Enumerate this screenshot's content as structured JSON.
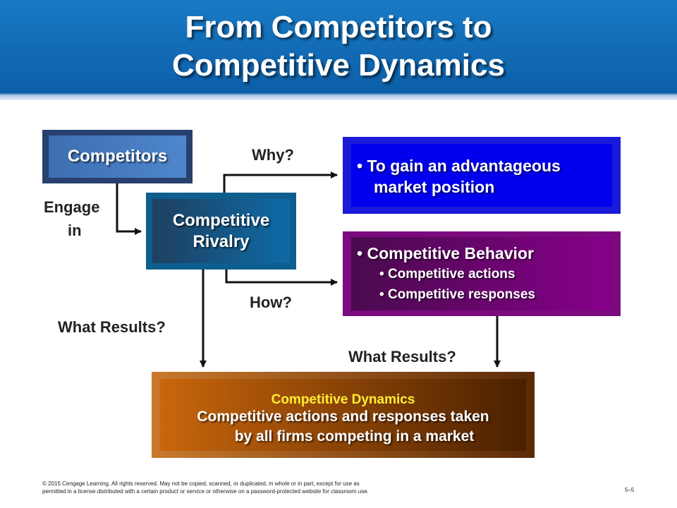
{
  "title": {
    "line1": "From Competitors to",
    "line2": "Competitive Dynamics"
  },
  "boxes": {
    "competitors": "Competitors",
    "rivalry_line1": "Competitive",
    "rivalry_line2": "Rivalry",
    "why_bullet_line1": "To gain an advantageous",
    "why_bullet_line2": "market position",
    "how_bullet": "Competitive Behavior",
    "how_sub1": "Competitive actions",
    "how_sub2": "Competitive responses",
    "dynamics_title": "Competitive Dynamics",
    "dynamics_line1": "Competitive actions and responses taken",
    "dynamics_line2": "by all firms competing in a market"
  },
  "labels": {
    "engage_line1": "Engage",
    "engage_line2": "in",
    "why": "Why?",
    "how": "How?",
    "what_results_left": "What Results?",
    "what_results_right": "What Results?"
  },
  "footer": {
    "copyright_line1": "© 2015 Cengage Learning. All rights reserved. May not be copied, scanned, or duplicated, in whole or in part, except for use as",
    "copyright_line2": "permitted in a license distributed with a certain product or service or otherwise on a password-protected website for classroom use.",
    "page": "5–5"
  },
  "colors": {
    "header": "#0c5fa8",
    "why_box": "#0000ee",
    "how_box": "#86008a",
    "dynamics_box": "#c8660c",
    "dynamics_title": "#ffee33"
  }
}
